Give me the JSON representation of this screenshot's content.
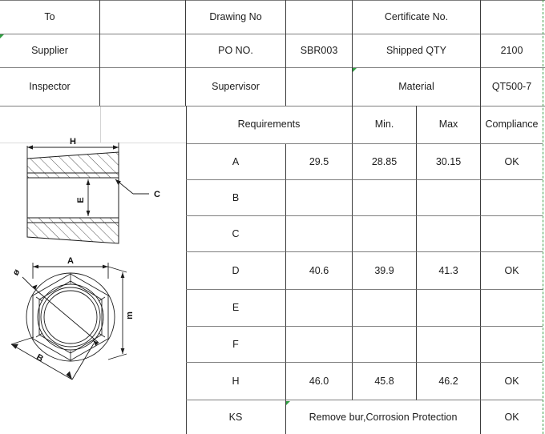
{
  "document": {
    "type": "inspection-certificate-sheet",
    "grid_color": "#7f7f7f",
    "accent_color": "#3f9b46"
  },
  "header": {
    "rows": [
      {
        "label_1": "To",
        "value_1": "",
        "label_2": "Drawing No",
        "value_2": "",
        "label_3": "Certificate No.",
        "value_3": ""
      },
      {
        "label_1": "Supplier",
        "value_1": "",
        "label_2": "PO NO.",
        "value_2": "SBR003",
        "label_3": "Shipped QTY",
        "value_3": "2100"
      },
      {
        "label_1": "Inspector",
        "value_1": "",
        "label_2": "Supervisor",
        "value_2": "",
        "label_3": "Material",
        "value_3": "QT500-7"
      }
    ]
  },
  "table": {
    "headers": {
      "requirements": "Requirements",
      "actual": "",
      "min": "Min.",
      "max": "Max",
      "compliance": "Compliance"
    },
    "rows": [
      {
        "item": "A",
        "actual": "29.5",
        "min": "28.85",
        "max": "30.15",
        "compliance": "OK"
      },
      {
        "item": "B",
        "actual": "",
        "min": "",
        "max": "",
        "compliance": ""
      },
      {
        "item": "C",
        "actual": "",
        "min": "",
        "max": "",
        "compliance": ""
      },
      {
        "item": "D",
        "actual": "40.6",
        "min": "39.9",
        "max": "41.3",
        "compliance": "OK"
      },
      {
        "item": "E",
        "actual": "",
        "min": "",
        "max": "",
        "compliance": ""
      },
      {
        "item": "F",
        "actual": "",
        "min": "",
        "max": "",
        "compliance": ""
      },
      {
        "item": "H",
        "actual": "46.0",
        "min": "45.8",
        "max": "46.2",
        "compliance": "OK"
      }
    ],
    "note_row": {
      "item": "KS",
      "note": "Remove bur,Corrosion Protection",
      "compliance": "OK"
    }
  },
  "drawings": {
    "section_view": {
      "name": "cross-section-view",
      "labels": {
        "width": "H",
        "bore": "E",
        "chamfer": "C"
      }
    },
    "plan_view": {
      "name": "hex-nut-plan-view",
      "labels": {
        "across_flats": "A",
        "diagonal": "B",
        "height": "m",
        "diameter": "ø"
      }
    }
  }
}
